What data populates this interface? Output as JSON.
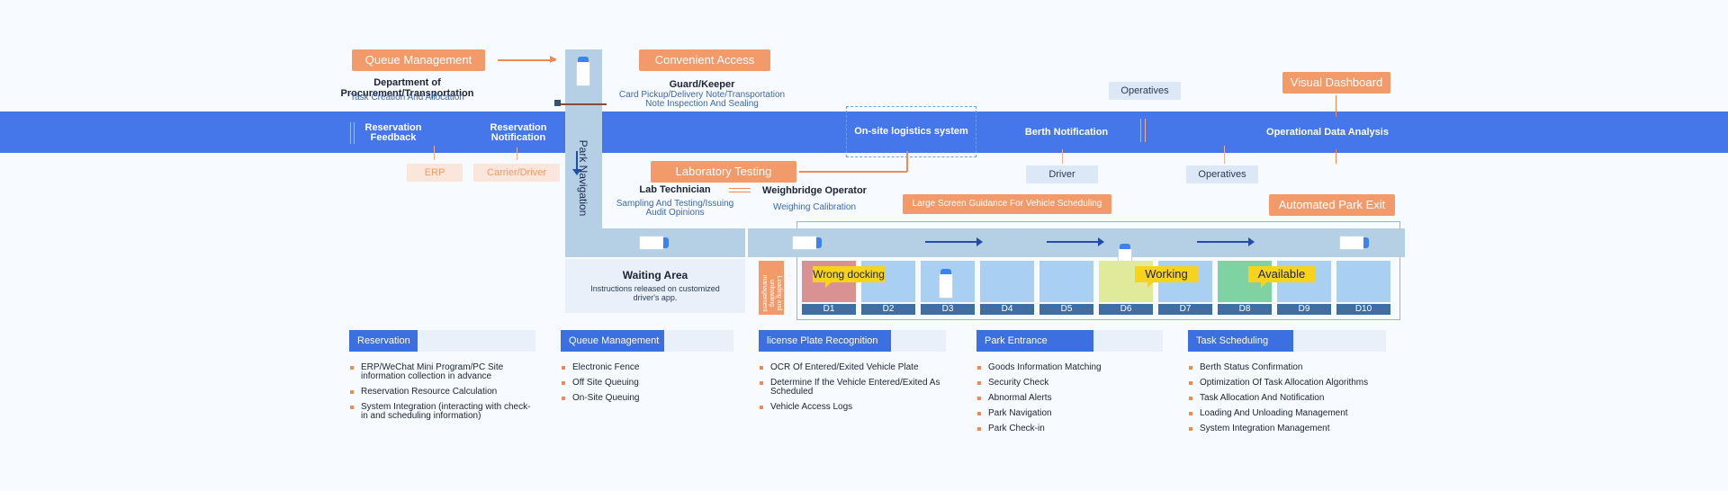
{
  "top_tags": {
    "queue_management": "Queue Management",
    "convenient_access": "Convenient Access",
    "visual_dashboard": "Visual Dashboard",
    "laboratory_testing": "Laboratory Testing",
    "automated_park_exit": "Automated Park Exit",
    "large_screen_guidance": "Large Screen Guidance For Vehicle Scheduling"
  },
  "procurement": {
    "title": "Department of Procurement/Transportation",
    "subtitle": "Task Creation And Allocation"
  },
  "guard": {
    "title": "Guard/Keeper",
    "line1": "Card Pickup/Delivery Note/Transportation",
    "line2": "Note Inspection And Sealing"
  },
  "band": {
    "reservation_feedback_1": "Reservation",
    "reservation_feedback_2": "Feedback",
    "reservation_notification_1": "Reservation",
    "reservation_notification_2": "Notification",
    "park_navigation": "Park Navigation",
    "onsite_logistics": "On-site logistics system",
    "berth_notification": "Berth Notification",
    "operational_data_analysis": "Operational Data Analysis"
  },
  "pills": {
    "erp": "ERP",
    "carrier_driver": "Carrier/Driver",
    "driver": "Driver",
    "operatives_top": "Operatives",
    "operatives_bottom": "Operatives"
  },
  "lab": {
    "technician": "Lab Technician",
    "tech_line1": "Sampling And Testing/Issuing",
    "tech_line2": "Audit Opinions",
    "weighbridge": "Weighbridge Operator",
    "weighing": "Weighing Calibration"
  },
  "waiting": {
    "title": "Waiting Area",
    "line1": "Instructions released on customized",
    "line2": "driver's app."
  },
  "loading_label": "Loading and unloading management",
  "callouts": {
    "wrong_docking": "Wrong docking",
    "working": "Working",
    "available": "Available"
  },
  "bays": [
    "D1",
    "D2",
    "D3",
    "D4",
    "D5",
    "D6",
    "D7",
    "D8",
    "D9",
    "D10"
  ],
  "colors": {
    "band": "#4576ea",
    "accent_orange": "#f29a6a",
    "bay_default": "#a9d0f3",
    "bay_wrong": "#d99191",
    "bay_working": "#e0ea9b",
    "bay_available": "#7fd3a3",
    "callout": "#f7d31c"
  },
  "panels": [
    {
      "title": "Reservation",
      "items": [
        "ERP/WeChat Mini Program/PC Site information collection in advance",
        "Reservation Resource Calculation",
        "System Integration (interacting with check-in and scheduling information)"
      ]
    },
    {
      "title": "Queue Management",
      "items": [
        "Electronic Fence",
        "Off Site Queuing",
        "On-Site Queuing"
      ]
    },
    {
      "title": "license Plate Recognition",
      "items": [
        "OCR Of Entered/Exited Vehicle Plate",
        "Determine If the Vehicle Entered/Exited As Scheduled",
        "Vehicle Access Logs"
      ]
    },
    {
      "title": "Park Entrance",
      "items": [
        "Goods Information Matching",
        "Security Check",
        "Abnormal Alerts",
        "Park Navigation",
        "Park Check-in"
      ]
    },
    {
      "title": "Task Scheduling",
      "items": [
        "Berth Status Confirmation",
        "Optimization Of Task Allocation Algorithms",
        "Task Allocation And Notification",
        "Loading And Unloading Management",
        "System Integration Management"
      ]
    }
  ]
}
